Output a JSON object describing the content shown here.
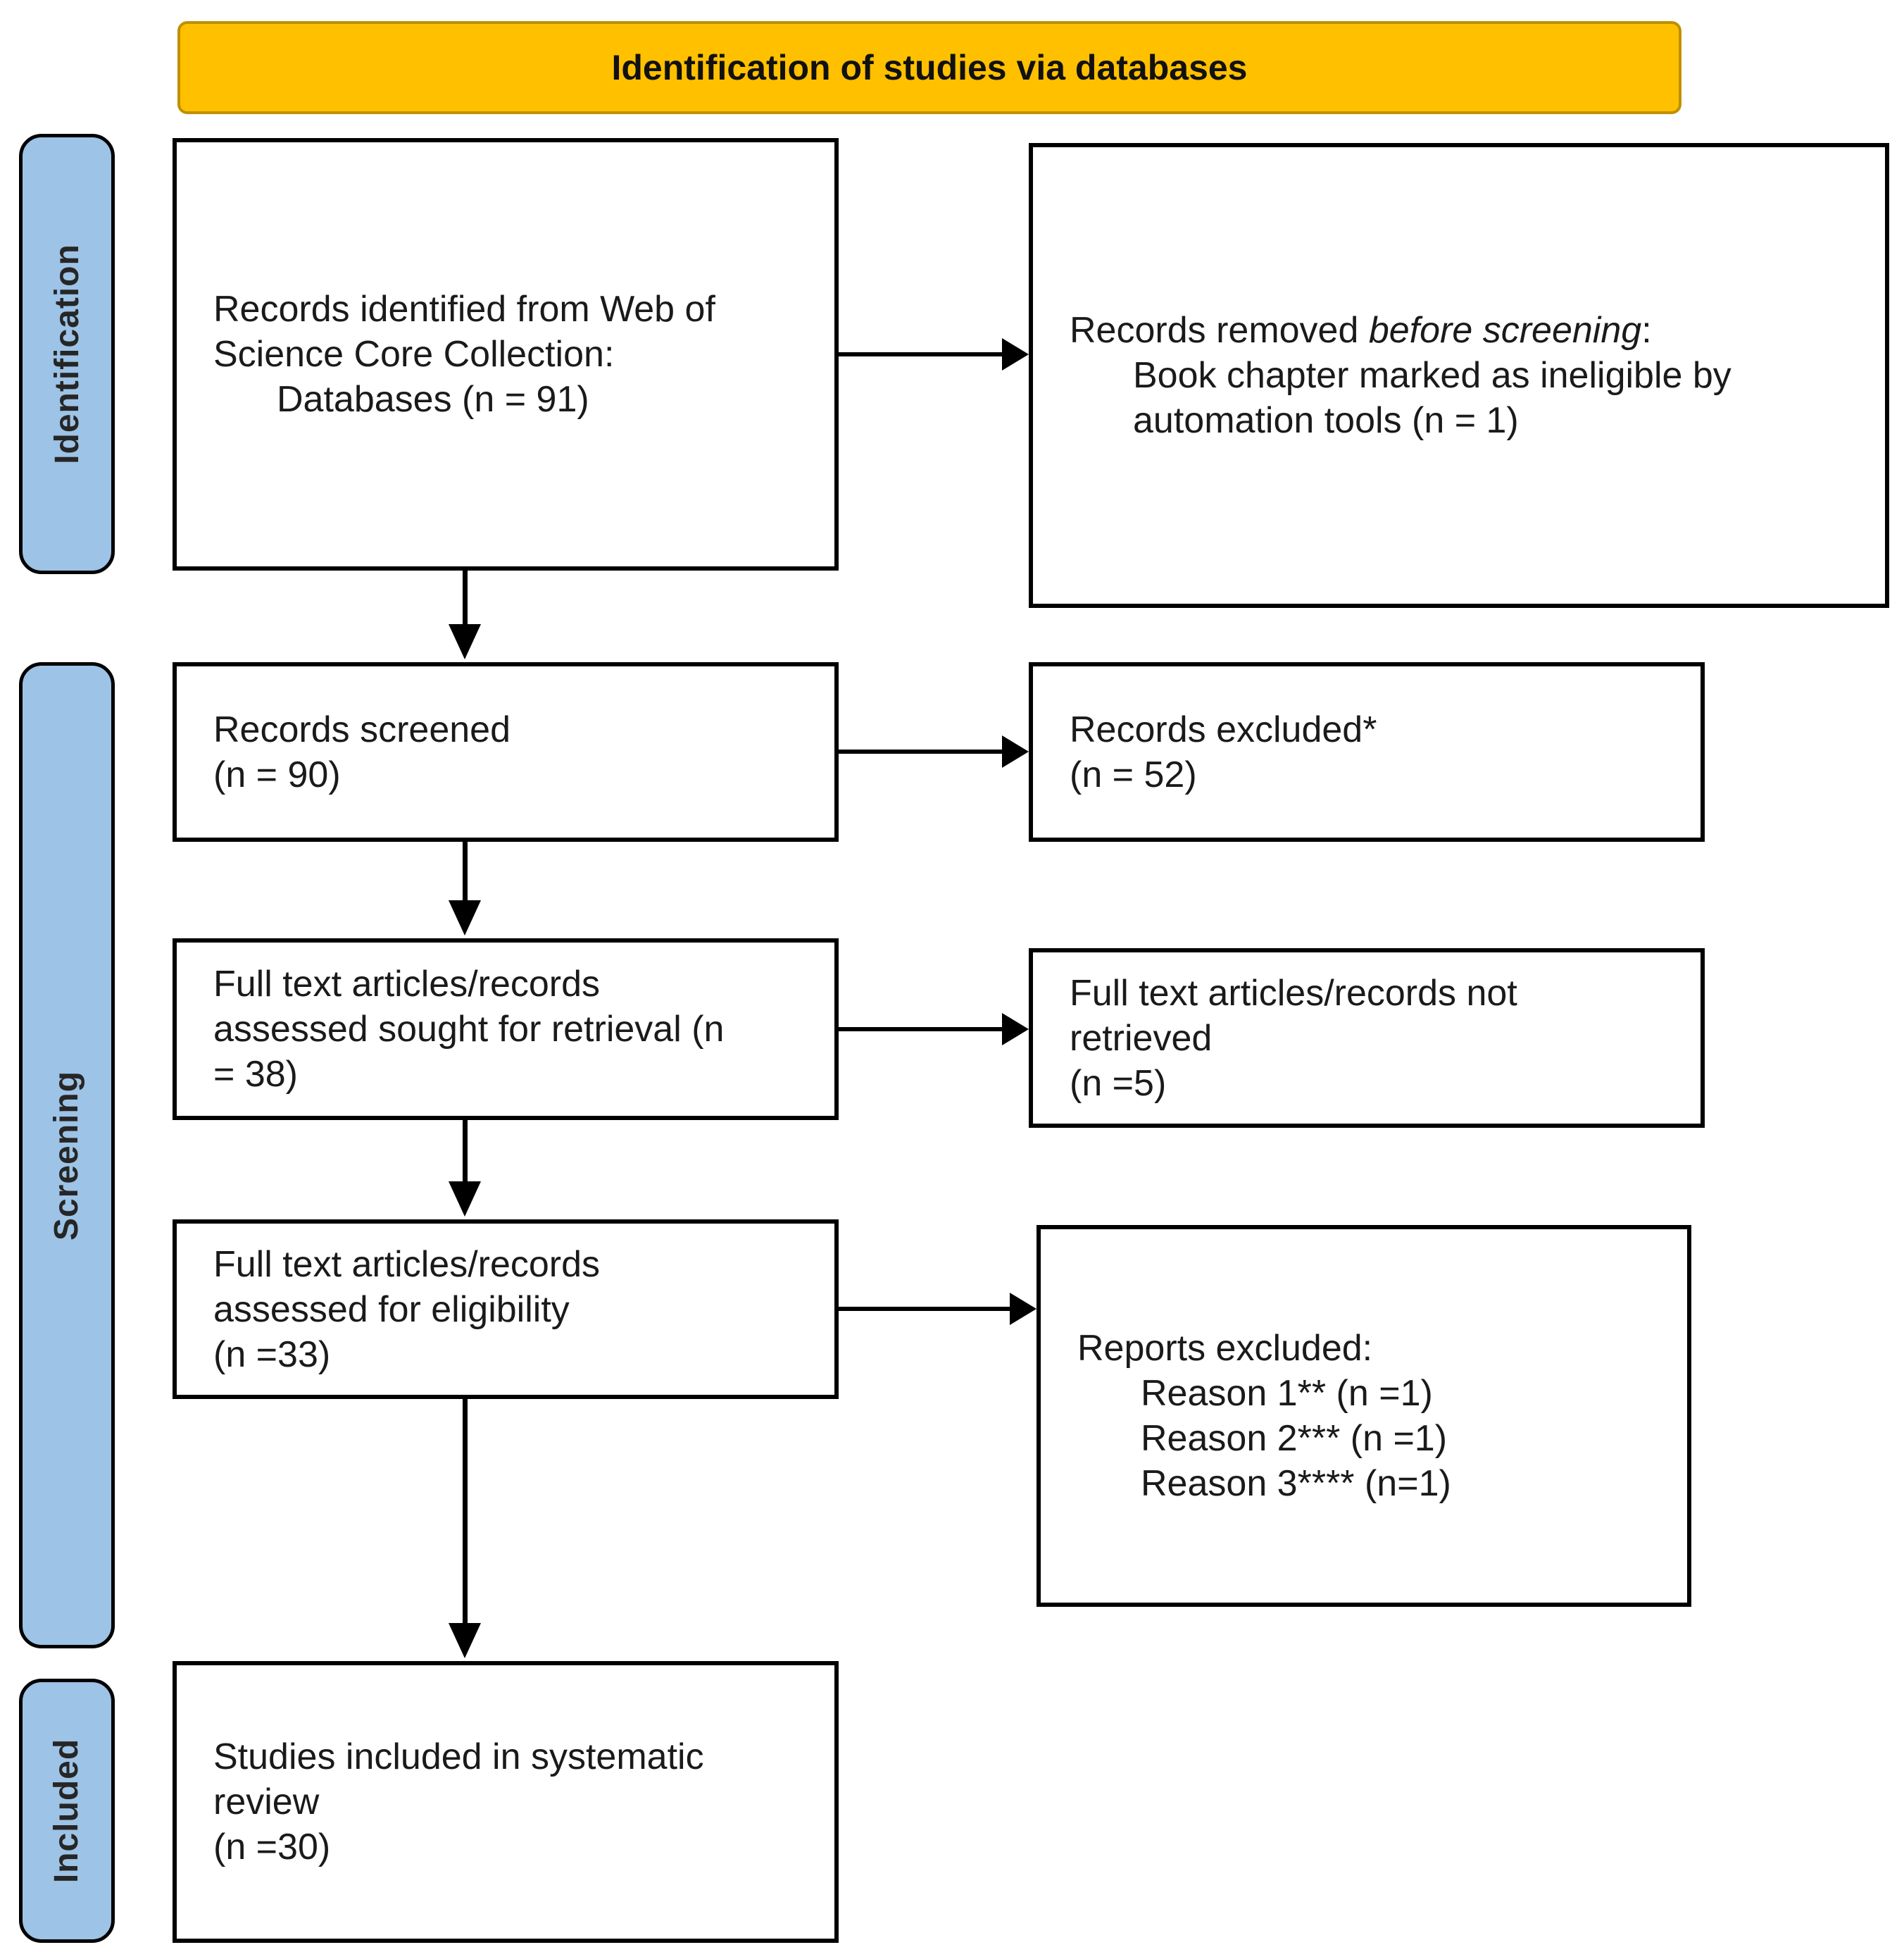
{
  "banner": {
    "title": "Identification of studies via databases"
  },
  "side_labels": {
    "identification": "Identification",
    "screening": "Screening",
    "included": "Included"
  },
  "flow": {
    "records_identified": {
      "lines": [
        "Records identified from Web of",
        "Science Core Collection:",
        "Databases (n = 91)"
      ]
    },
    "records_removed": {
      "line1_prefix": "Records removed ",
      "line1_italic": "before screening",
      "line1_suffix": ":",
      "lines": [
        "Book chapter marked as ineligible by",
        "automation tools (n = 1)"
      ]
    },
    "records_screened": {
      "lines": [
        "Records screened",
        "(n = 90)"
      ]
    },
    "records_excluded": {
      "lines": [
        "Records excluded*",
        "(n = 52)"
      ]
    },
    "sought_retrieval": {
      "lines": [
        "Full text articles/records",
        "assessed sought for retrieval (n",
        "= 38)"
      ]
    },
    "not_retrieved": {
      "lines": [
        "Full text articles/records not",
        "retrieved",
        "(n =5)"
      ]
    },
    "assessed_eligibility": {
      "lines": [
        "Full text articles/records",
        "assessed for eligibility",
        "(n =33)"
      ]
    },
    "reports_excluded": {
      "lines": [
        "Reports excluded:",
        "Reason 1** (n =1)",
        "Reason 2*** (n =1)",
        "Reason 3**** (n=1)"
      ]
    },
    "studies_included": {
      "lines": [
        "Studies included in systematic",
        "review",
        "(n =30)"
      ]
    }
  },
  "colors": {
    "banner_fill": "#FFC000",
    "banner_border": "#BF9000",
    "stage_fill": "#9DC3E6",
    "box_border": "#000000",
    "arrow": "#000000"
  }
}
